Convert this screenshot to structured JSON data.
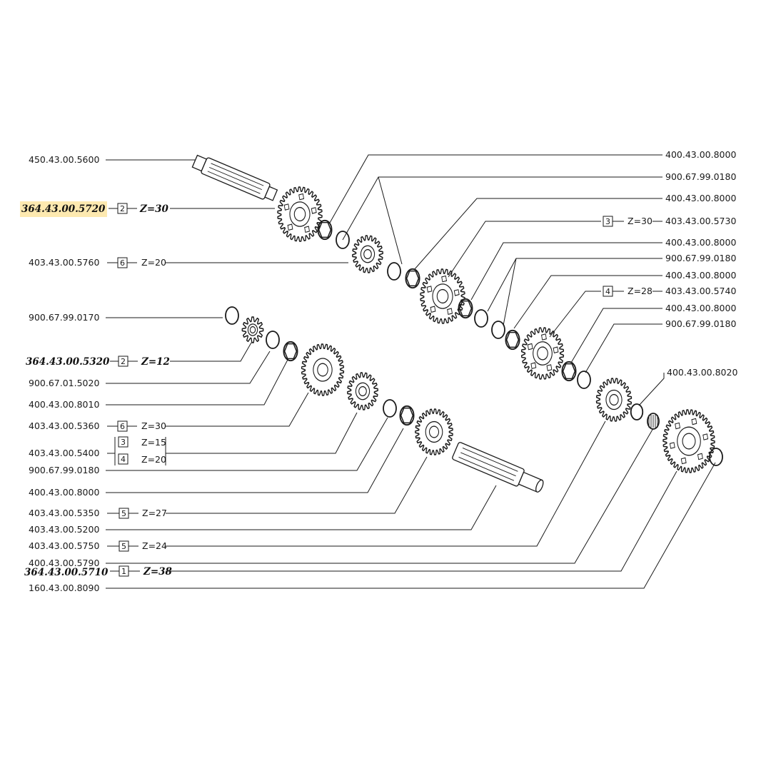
{
  "callouts_right": [
    {
      "id": "r1",
      "part": "400.43.00.8000"
    },
    {
      "id": "r2",
      "part": "900.67.99.0180"
    },
    {
      "id": "r3",
      "part": "400.43.00.8000"
    },
    {
      "id": "r4",
      "part": "403.43.00.5730",
      "box": "3",
      "teeth": "Z=30"
    },
    {
      "id": "r5",
      "part": "400.43.00.8000"
    },
    {
      "id": "r6",
      "part": "900.67.99.0180"
    },
    {
      "id": "r7",
      "part": "400.43.00.8000"
    },
    {
      "id": "r8",
      "part": "403.43.00.5740",
      "box": "4",
      "teeth": "Z=28"
    },
    {
      "id": "r9",
      "part": "400.43.00.8000"
    },
    {
      "id": "r10",
      "part": "900.67.99.0180"
    },
    {
      "id": "r11",
      "part": "400.43.00.8020"
    }
  ],
  "callouts_left": [
    {
      "id": "l1",
      "part": "450.43.00.5600"
    },
    {
      "id": "l2",
      "part": "364.43.00.5720",
      "box": "2",
      "teeth": "Z=30",
      "handwritten": true,
      "highlight": true
    },
    {
      "id": "l3",
      "part": "403.43.00.5760",
      "box": "6",
      "teeth": "Z=20"
    },
    {
      "id": "l4",
      "part": "900.67.99.0170"
    },
    {
      "id": "l5",
      "part": "364.43.00.5320",
      "box": "2",
      "teeth": "Z=12",
      "handwritten": true
    },
    {
      "id": "l6",
      "part": "900.67.01.5020"
    },
    {
      "id": "l7",
      "part": "400.43.00.8010"
    },
    {
      "id": "l8",
      "part": "403.43.00.5360",
      "box": "6",
      "teeth": "Z=30"
    },
    {
      "id": "l9",
      "part": "403.43.00.5400",
      "box_a": "3",
      "teeth_a": "Z=15",
      "box_b": "4",
      "teeth_b": "Z=20"
    },
    {
      "id": "l10",
      "part": "900.67.99.0180"
    },
    {
      "id": "l11",
      "part": "400.43.00.8000"
    },
    {
      "id": "l12",
      "part": "403.43.00.5350",
      "box": "5",
      "teeth": "Z=27"
    },
    {
      "id": "l13",
      "part": "403.43.00.5200"
    },
    {
      "id": "l14",
      "part": "403.43.00.5750",
      "box": "5",
      "teeth": "Z=24"
    },
    {
      "id": "l15",
      "part": "400.43.00.5790"
    },
    {
      "id": "l16",
      "part": "364.43.00.5710",
      "box": "1",
      "teeth": "Z=38",
      "handwritten": true
    },
    {
      "id": "l17",
      "part": "160.43.00.8090"
    }
  ],
  "colors": {
    "ink": "#1a1a1a",
    "highlight": "#fde9b0"
  }
}
